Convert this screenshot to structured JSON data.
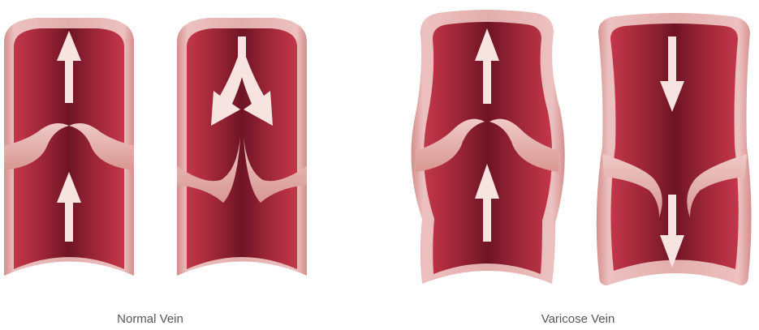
{
  "labels": {
    "normal": "Normal Vein",
    "varicose": "Varicose Vein"
  },
  "colors": {
    "wall_outer": "#d99a98",
    "wall_highlight": "#ecc1c0",
    "lumen_edge": "#c4374a",
    "lumen_mid": "#9a2536",
    "lumen_core": "#6e1424",
    "valve_light": "#efc9c6",
    "valve_mid": "#d89692",
    "arrow": "#f7e4e1"
  },
  "illustration": {
    "normal_vein": {
      "flow_left_segment": "upward",
      "flow_right_segment": "upward-splitting",
      "valves": "closed"
    },
    "varicose_vein": {
      "flow_left_segment": "upward",
      "flow_right_segment": "downward",
      "valves": "open"
    }
  }
}
